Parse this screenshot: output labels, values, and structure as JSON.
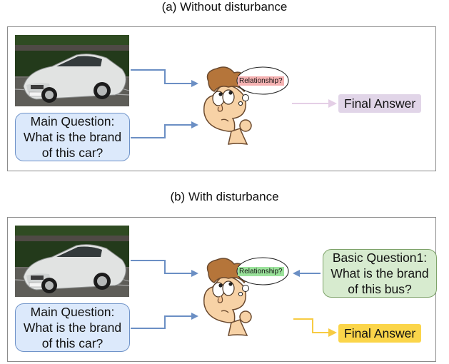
{
  "caption_a": "(a) Without disturbance",
  "caption_b": "(b) With disturbance",
  "panel_a": {
    "bubble_text": "Relationship?",
    "main_question": [
      "Main Question:",
      "What is the brand",
      "of this car?"
    ],
    "final_answer": "Final Answer",
    "colors": {
      "arrow": "#6b8fc4",
      "answer_arrow": "#e4cfe6",
      "answer_fill": "#e1d5e8",
      "bubble_highlight": "#f5b2b2"
    }
  },
  "panel_b": {
    "bubble_text": "Relationship?",
    "main_question": [
      "Main Question:",
      "What is the brand",
      "of this car?"
    ],
    "basic_question": [
      "Basic Question1:",
      "What is the brand",
      "of this bus?"
    ],
    "final_answer": "Final Answer",
    "colors": {
      "arrow": "#6b8fc4",
      "answer_arrow": "#f7cb43",
      "answer_fill": "#fbd54a",
      "bubble_highlight": "#9be29b"
    }
  },
  "icons": [
    "car-photo",
    "thinking-person-icon",
    "thought-bubble-icon",
    "arrow-icon"
  ]
}
